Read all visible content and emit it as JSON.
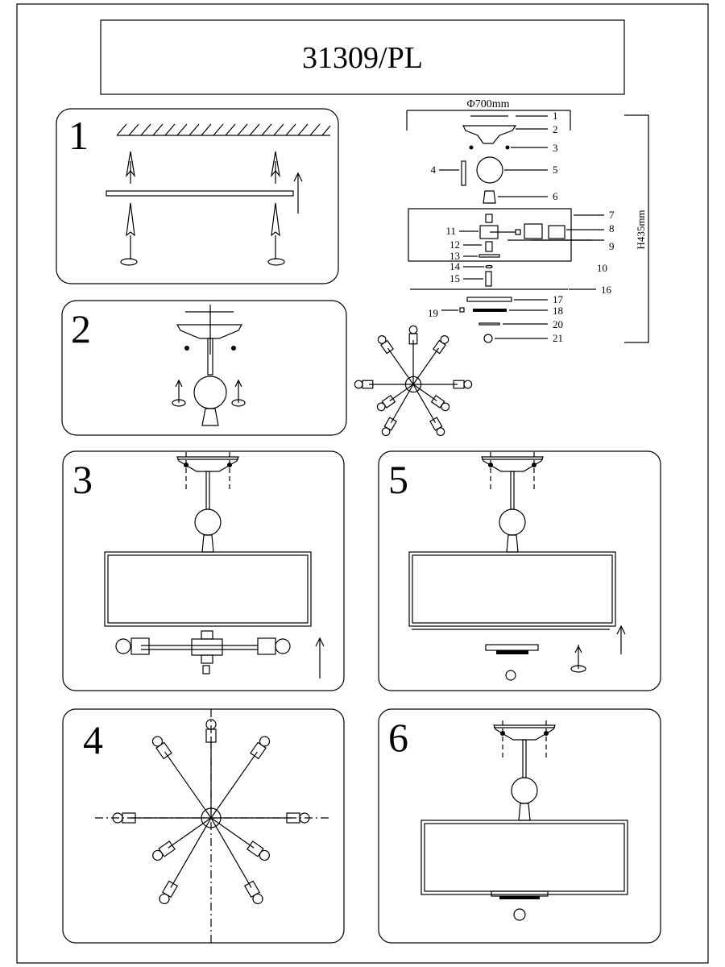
{
  "title": "31309/PL",
  "dimensions": {
    "diameter": "Φ700mm",
    "height": "H435mm"
  },
  "steps": [
    "1",
    "2",
    "3",
    "4",
    "5",
    "6"
  ],
  "part_numbers": [
    "1",
    "2",
    "3",
    "4",
    "5",
    "6",
    "7",
    "8",
    "9",
    "10",
    "11",
    "12",
    "13",
    "14",
    "15",
    "16",
    "17",
    "18",
    "19",
    "20",
    "21"
  ]
}
